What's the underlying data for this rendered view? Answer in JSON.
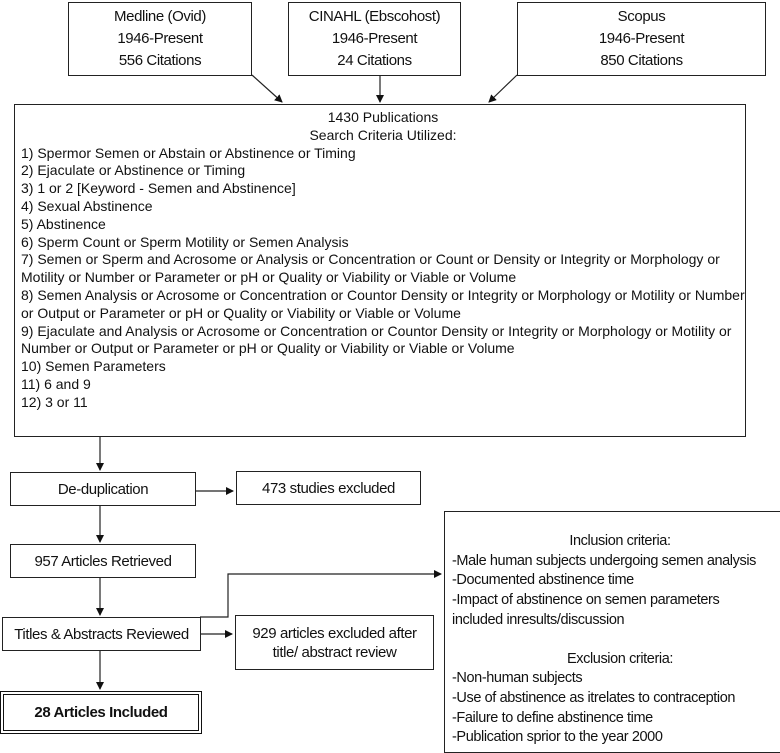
{
  "sources": [
    {
      "name": "Medline (Ovid)",
      "range": "1946-Present",
      "citations": "556 Citations"
    },
    {
      "name": "CINAHL (Ebscohost)",
      "range": "1946-Present",
      "citations": "24 Citations"
    },
    {
      "name": "Scopus",
      "range": "1946-Present",
      "citations": "850 Citations"
    }
  ],
  "search": {
    "total": "1430 Publications",
    "heading": "Search Criteria Utilized:",
    "criteria": [
      "1) Spermor Semen or Abstain or Abstinence or Timing",
      "2) Ejaculate or Abstinence or Timing",
      "3) 1 or 2 [Keyword - Semen and Abstinence]",
      "4) Sexual Abstinence",
      "5) Abstinence",
      "6) Sperm Count or Sperm Motility or Semen Analysis",
      "7) Semen or Sperm and Acrosome or Analysis or Concentration or Count or Density or Integrity or Morphology or Motility or Number or Parameter or pH or Quality or Viability or Viable or Volume",
      "8) Semen Analysis or Acrosome or Concentration or Countor Density or Integrity or Morphology or Motility or Number or Output or Parameter or pH or Quality or Viability or Viable or Volume",
      "9) Ejaculate and Analysis or Acrosome or Concentration or Countor Density or Integrity or Morphology or Motility or Number or Output or Parameter or pH or Quality or Viability or Viable or Volume",
      "10) Semen Parameters",
      "11) 6 and 9",
      "12) 3 or 11"
    ]
  },
  "flow": {
    "dedup": "De-duplication",
    "dedup_excluded": "473 studies excluded",
    "retrieved": "957 Articles Retrieved",
    "reviewed": "Titles & Abstracts Reviewed",
    "review_excluded": "929 articles excluded after title/ abstract review",
    "included": "28 Articles Included"
  },
  "criteria_box": {
    "inclusion_title": "Inclusion criteria:",
    "inclusion": [
      "-Male human subjects undergoing semen analysis",
      "-Documented abstinence time",
      "-Impact of abstinence on semen parameters included inresults/discussion"
    ],
    "exclusion_title": "Exclusion criteria:",
    "exclusion": [
      "-Non-human subjects",
      "-Use of abstinence as itrelates to contraception",
      "-Failure to define abstinence time",
      "-Publication sprior to the year 2000"
    ]
  }
}
